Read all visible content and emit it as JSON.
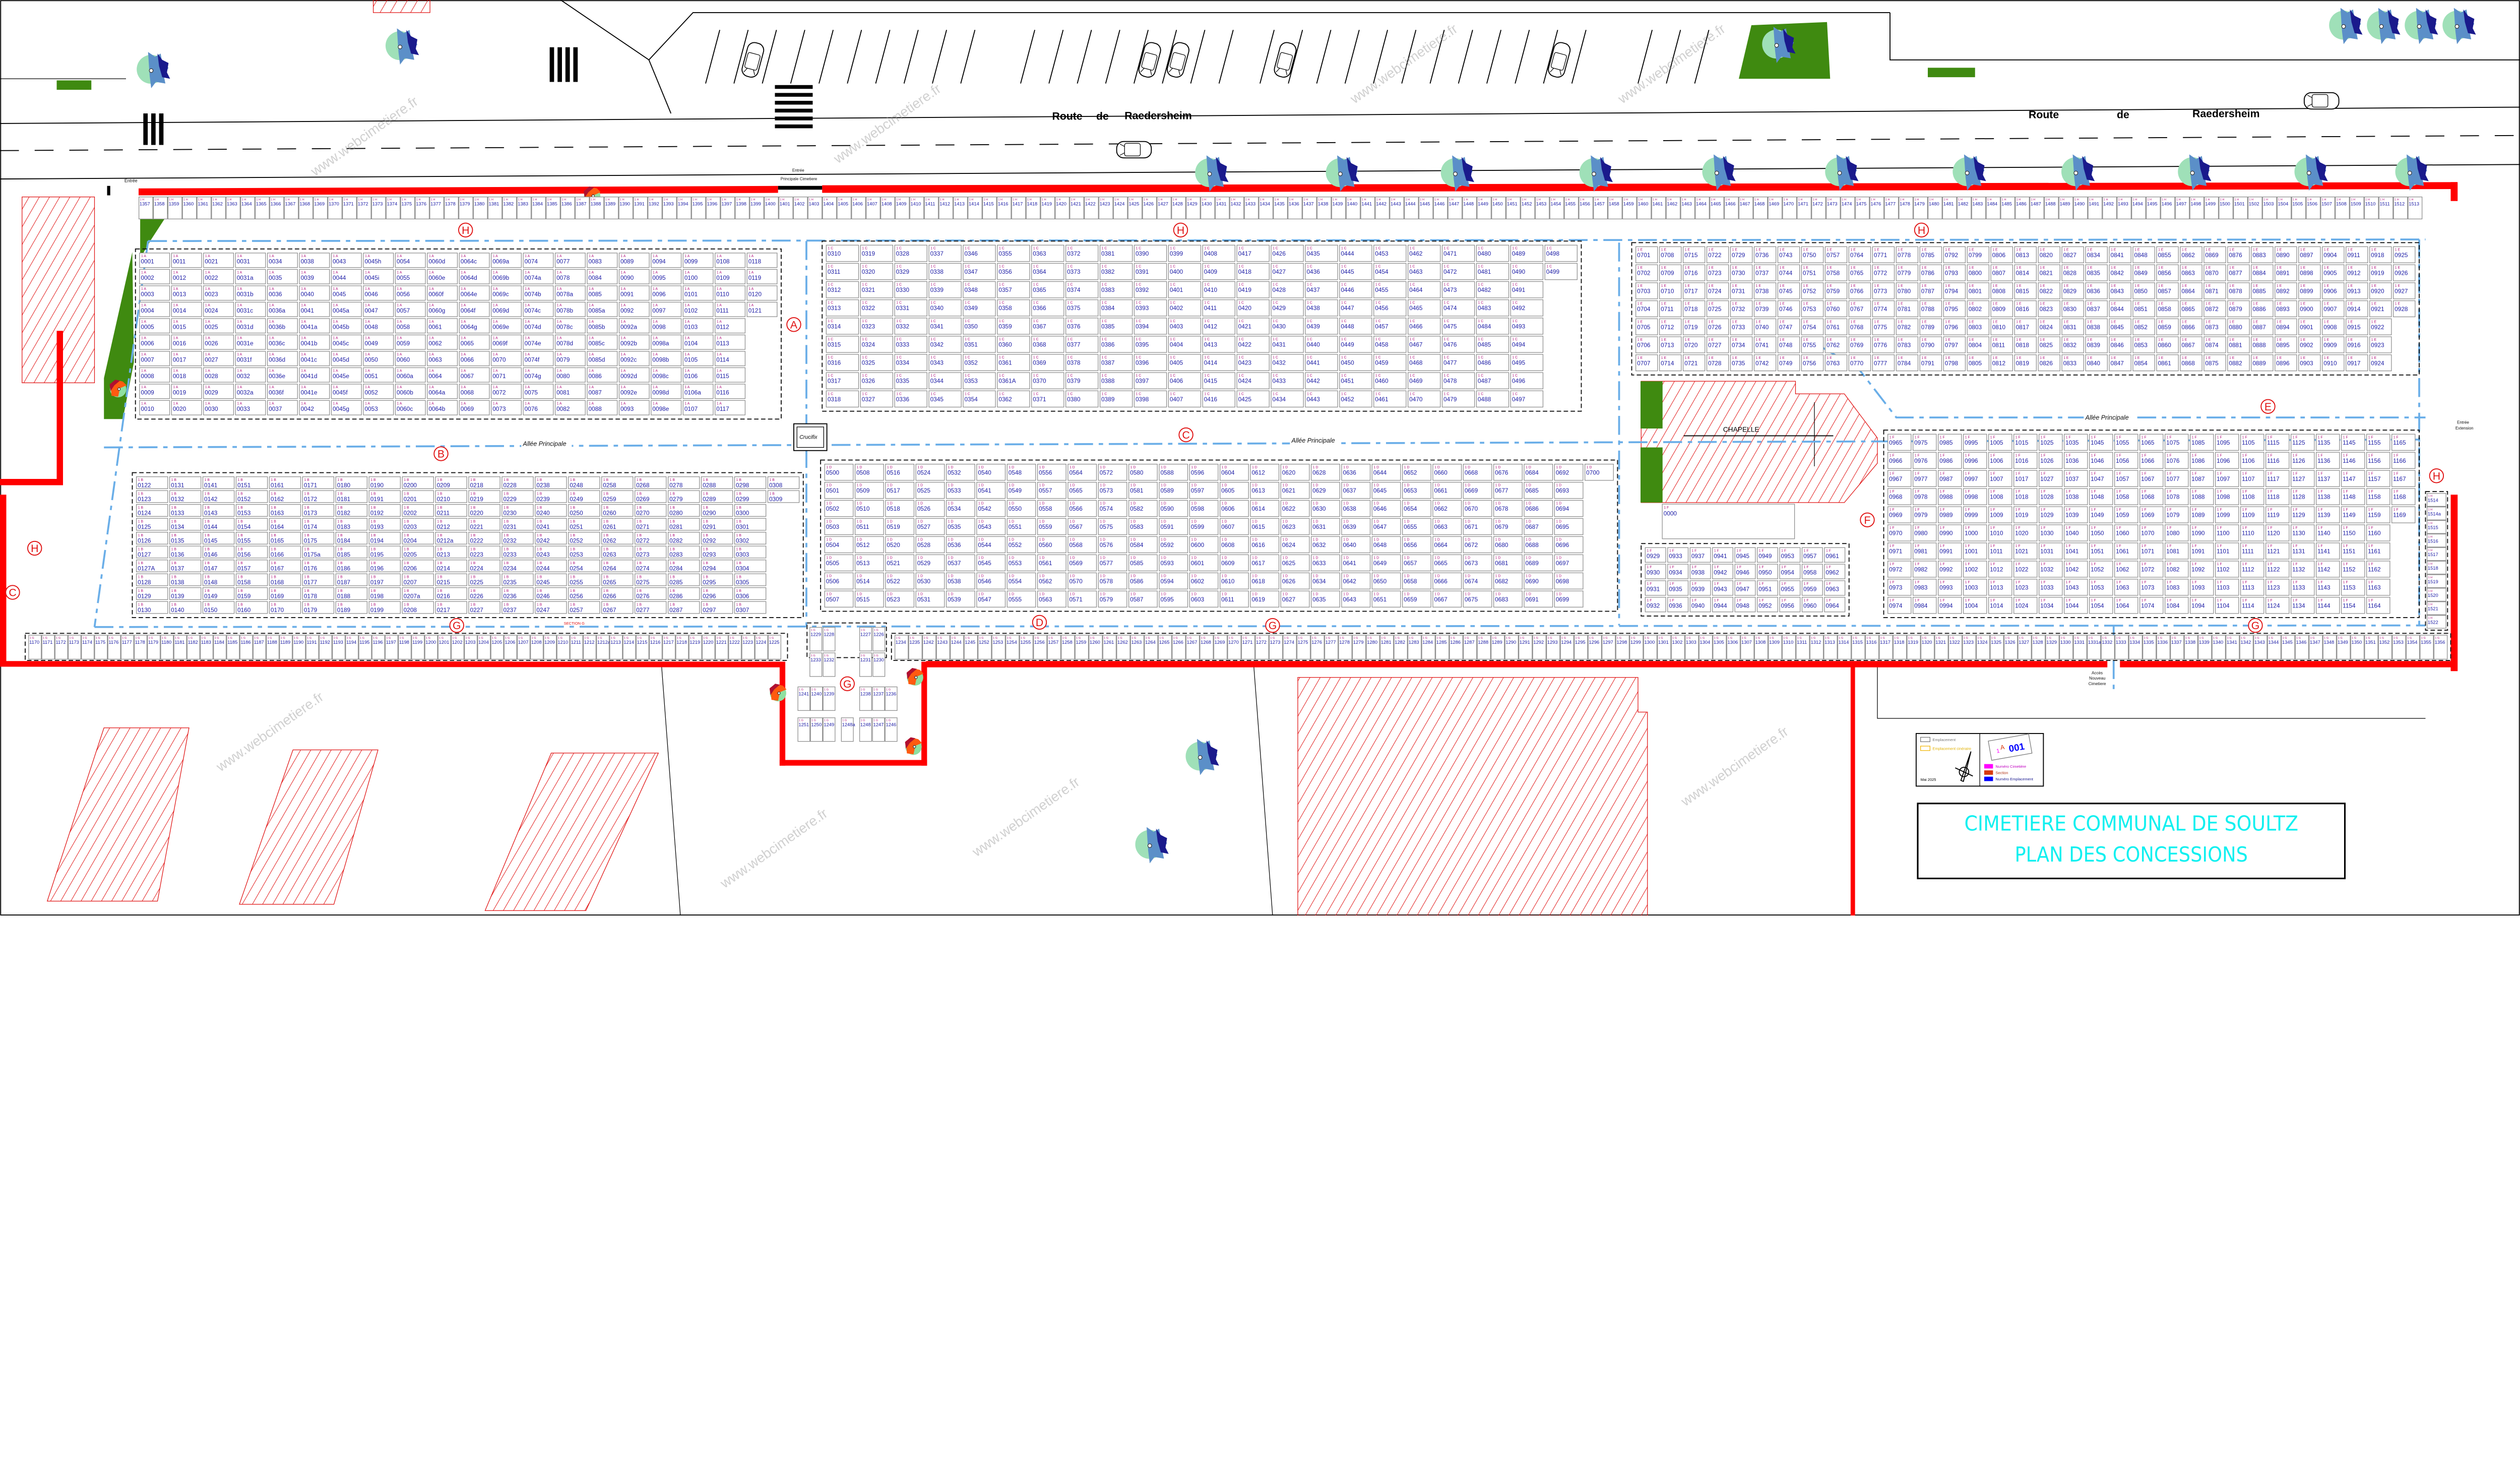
{
  "map": {
    "title_line1": "CIMETIERE COMMUNAL DE SOULTZ",
    "title_line2": "PLAN DES CONCESSIONS",
    "watermark": "www.webcimetiere.fr"
  },
  "road": {
    "name_parts": [
      "Route",
      "de",
      "Raedersheim"
    ]
  },
  "labels": {
    "entree": "Entrée",
    "entree_principale_line1": "Entrée",
    "entree_principale_line2": "Principale Cimetiere",
    "entree_extension_line1": "Entrée",
    "entree_extension_line2": "Extension",
    "acces_line1": "Accès",
    "acces_line2": "Nouveau",
    "acces_line3": "Cimetiere",
    "allee_principale": "Allée Principale",
    "crucifix": "Crucifix",
    "chapelle": "CHAPELLE",
    "section_g": "SECTION G"
  },
  "legend": {
    "emplacement": "Emplacement",
    "emplacement_cineraire": "Emplacement cinéraire",
    "date": "Mai 2025",
    "sample_cemetery_number": "1",
    "sample_section": "A",
    "sample_plot_number": "001",
    "numero_cimetiere": "Numéro Cimetière",
    "section": "Section",
    "numero_emplacement": "Numéro Emplacement",
    "colors": {
      "numero_cimetiere": "#ff00ff",
      "section": "#d83a10",
      "numero_emplacement": "#0000ff",
      "emplacement": "#777777",
      "emplacement_cineraire": "#f0b400"
    }
  },
  "colors": {
    "wall": "#ff0000",
    "allee": "#6aaee8",
    "plot_number": "#1c1ca6",
    "plot_code": "#b0107a",
    "title": "#10f0f0",
    "green_space": "#3f8a10"
  },
  "section_markers": {
    "A": "A",
    "B": "B",
    "C": "C",
    "D": "D",
    "E": "E",
    "F": "F",
    "G": "G",
    "H": "H"
  },
  "sections": [
    {
      "id": "A",
      "code": "1 A",
      "range": [
        1,
        121
      ],
      "suffixes": {
        "31": "abcdef",
        "32": "a",
        "36": "abcdef",
        "41": "abcde",
        "45": "abcdefghi",
        "60": "abcdefg",
        "64": "abcdefg",
        "69": "abcdef",
        "74": "abcdefg",
        "78": "abcd",
        "85": "abcd",
        "92": "abcde",
        "98": "abcde",
        "106": "a"
      }
    },
    {
      "id": "B",
      "code": "1 B",
      "range": [
        122,
        309
      ],
      "suffixes": {
        "127": "A",
        "175": "a",
        "207": "a",
        "212": "a"
      }
    },
    {
      "id": "C",
      "code": "1 C",
      "range": [
        310,
        499
      ],
      "suffixes": {
        "361": "A"
      }
    },
    {
      "id": "D",
      "code": "1 D",
      "range": [
        500,
        700
      ],
      "suffixes": {}
    },
    {
      "id": "E",
      "code": "1 E",
      "range": [
        701,
        928
      ],
      "suffixes": {}
    },
    {
      "id": "F",
      "code": "1 F",
      "range": [
        929,
        1169
      ],
      "suffixes": {}
    },
    {
      "id": "G",
      "code": "1 G",
      "range": [
        1170,
        1356
      ],
      "suffixes": {
        "1212": "a",
        "1248": "a",
        "1331": "a"
      }
    },
    {
      "id": "H",
      "code": "1 H",
      "range": [
        1357,
        1522
      ],
      "suffixes": {
        "1514": "a"
      }
    }
  ],
  "special_plots": [
    {
      "code": "1 F",
      "number": "0000"
    }
  ]
}
